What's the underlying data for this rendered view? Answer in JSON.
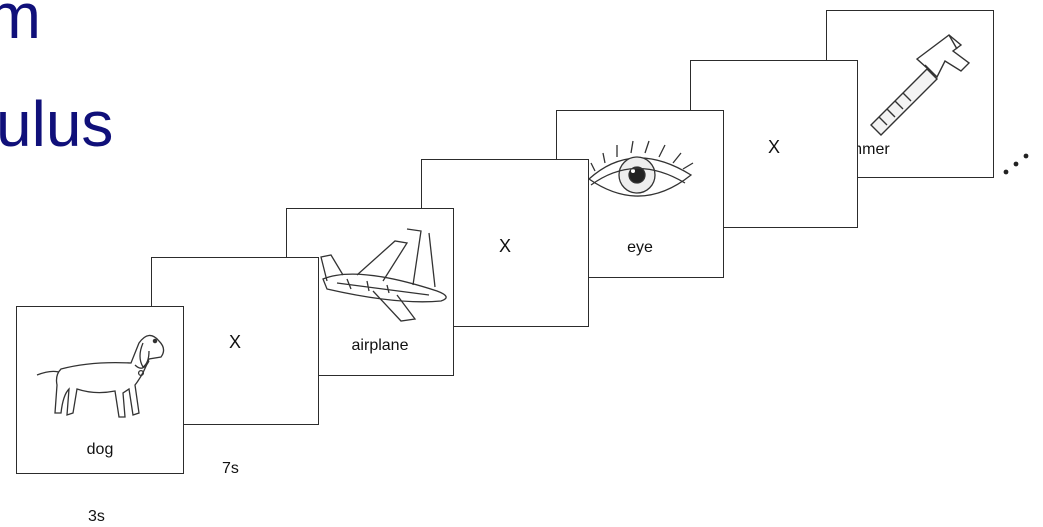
{
  "title": {
    "line1": "gm",
    "line2": "ulus"
  },
  "trials": [
    {
      "label": "dog",
      "picture": "dog-icon"
    },
    {
      "label": "X"
    },
    {
      "label": "airplane",
      "picture": "airplane-icon"
    },
    {
      "label": "X"
    },
    {
      "label": "eye",
      "picture": "eye-icon"
    },
    {
      "label": "X"
    },
    {
      "label": "hammer",
      "picture": "hammer-icon"
    }
  ],
  "durations": {
    "stimulus": "3s",
    "fixation": "7s"
  },
  "colors": {
    "title": "#10107a",
    "border": "#2c2c2c"
  }
}
